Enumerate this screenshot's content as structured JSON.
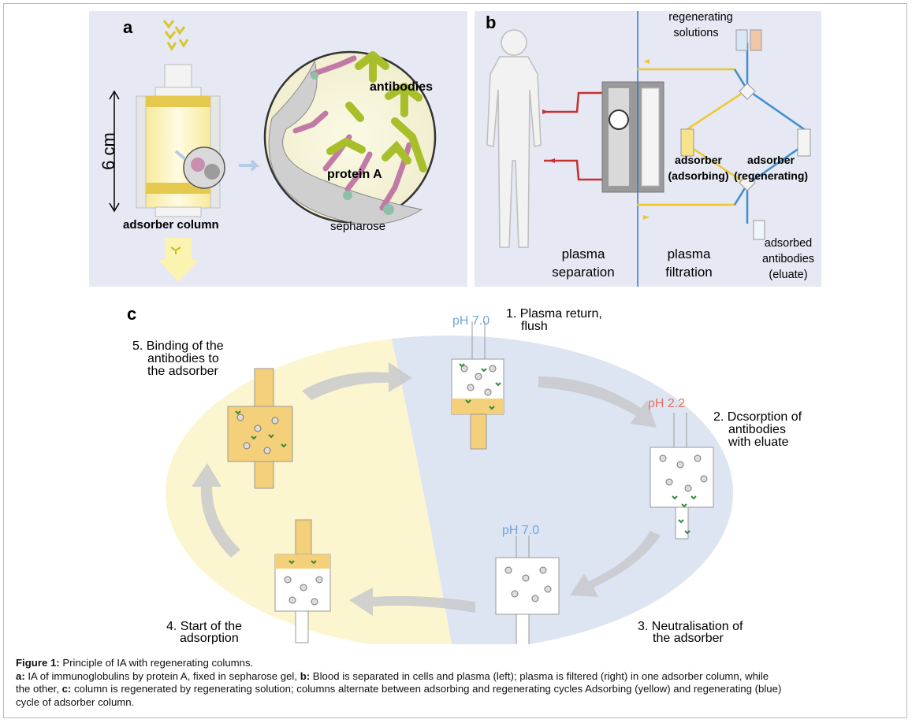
{
  "panel_a": {
    "letter": "a",
    "dimension": "6 cm",
    "column_label": "adsorber column",
    "antibodies_label": "antibodies",
    "protein_label": "protein A",
    "sepharose_label": "sepharose"
  },
  "panel_b": {
    "letter": "b",
    "regen_solutions": [
      "regenerating",
      "solutions"
    ],
    "adsorber_left": [
      "adsorber",
      "(adsorbing)"
    ],
    "adsorber_right": [
      "adsorber",
      "(regenerating)"
    ],
    "adsorbed": [
      "adsorbed",
      "antibodies",
      "(eluate)"
    ],
    "plasma_separation": [
      "plasma",
      "separation"
    ],
    "plasma_filtration": [
      "plasma",
      "filtration"
    ]
  },
  "panel_c": {
    "letter": "c",
    "step1": [
      "1. Plasma return,",
      "flush"
    ],
    "step2": [
      "2. Dcsorption of",
      "antibodies",
      "with eluate"
    ],
    "step3": [
      "3. Neutralisation of",
      "the adsorber"
    ],
    "step4": [
      "4. Start of the",
      "adsorption"
    ],
    "step5": [
      "5. Binding of the",
      "antibodies to",
      "the adsorber"
    ],
    "ph_top": "pH 7.0",
    "ph_right": "pH 2.2",
    "ph_bottom": "pH 7.0"
  },
  "caption": {
    "title_bold": "Figure 1:",
    "title_rest": " Principle of IA with regenerating columns.",
    "a_bold": "a:",
    "a_text": " IA of immunoglobulins by protein A, fixed in sepharose gel, ",
    "b_bold": "b:",
    "b_text": " Blood is separated in cells and plasma (left); plasma is filtered (right) in one adsorber column, while",
    "line3_start": "the other, ",
    "c_bold": "c:",
    "c_text": " column is regenerated by regenerating solution; columns alternate between adsorbing and regenerating cycles Adsorbing (yellow) and regenerating (blue)",
    "line4": "cycle of adsorber column."
  },
  "colors": {
    "panel_bg": "#e6e8f3",
    "yellow": "#f5d66b",
    "blue": "#3d8fd1",
    "red": "#cc2e2e",
    "ph_blue": "#6fa6dd",
    "ph_red": "#e8705f"
  }
}
